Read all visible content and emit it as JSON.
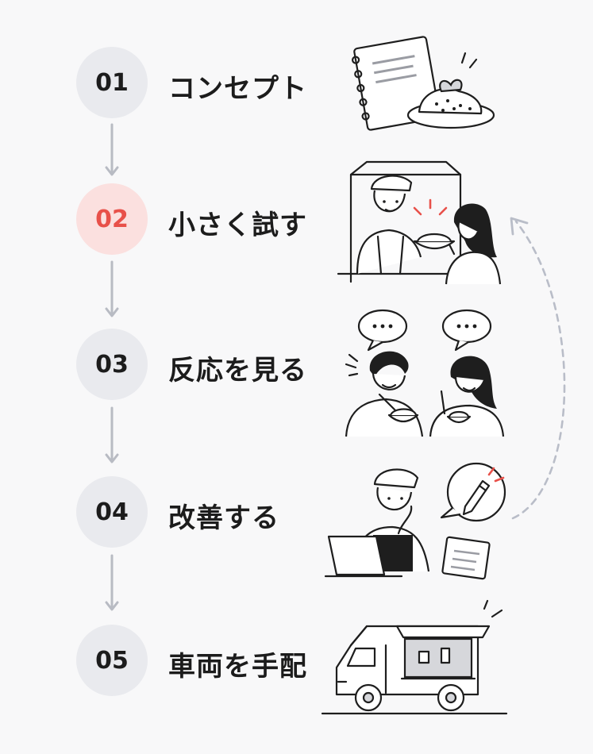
{
  "steps": [
    {
      "number": "01",
      "label": "コンセプト",
      "active": false
    },
    {
      "number": "02",
      "label": "小さく試す",
      "active": true
    },
    {
      "number": "03",
      "label": "反応を見る",
      "active": false
    },
    {
      "number": "04",
      "label": "改善する",
      "active": false
    },
    {
      "number": "05",
      "label": "車両を手配",
      "active": false
    }
  ],
  "colors": {
    "accent": "#e8514a",
    "accent_bg": "#fbe0df",
    "circle_bg": "#e9eaee",
    "arrow": "#b8bbc3",
    "loop": "#b9bdc8"
  },
  "illustrations": [
    "notebook-and-dish",
    "food-stall-serving",
    "customers-tasting",
    "chef-improving",
    "food-truck"
  ]
}
